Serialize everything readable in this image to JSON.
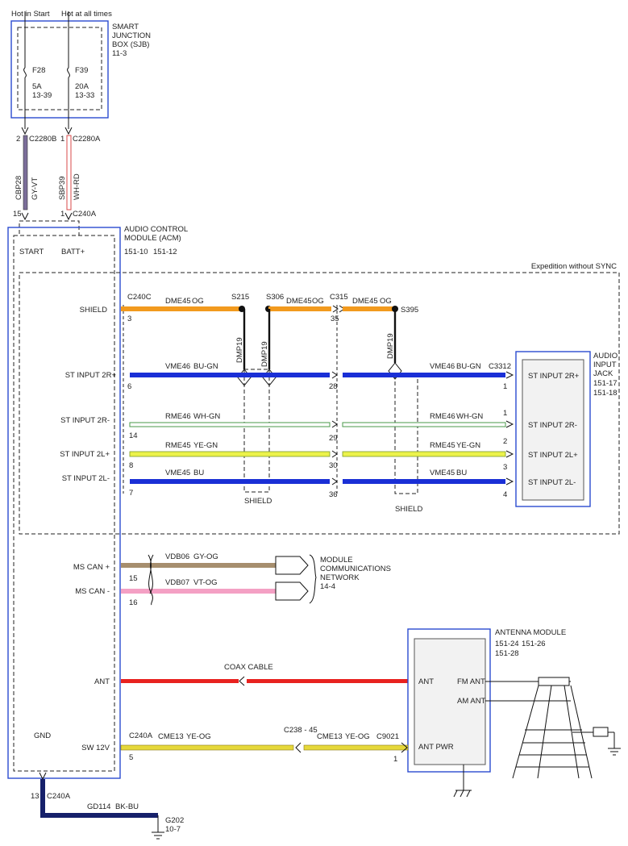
{
  "sjb": {
    "feed_start": "Hot in Start",
    "feed_always": "Hot at all times",
    "name_l1": "SMART",
    "name_l2": "JUNCTION",
    "name_l3": "BOX (SJB)",
    "ref": "11-3",
    "fuse_a": {
      "id": "F28",
      "rating": "5A",
      "ref": "13-39"
    },
    "fuse_b": {
      "id": "F39",
      "rating": "20A",
      "ref": "13-33"
    }
  },
  "conn_sjb": {
    "pin_a": "2",
    "name_a": "C2280B",
    "pin_b": "1",
    "name_b": "C2280A"
  },
  "wires_sjb": {
    "a_circuit": "CBP28",
    "a_color": "GY-VT",
    "b_circuit": "SBP39",
    "b_color": "WH-RD"
  },
  "conn_acm_top": {
    "pin_a": "15",
    "pin_b": "1",
    "name": "C240A"
  },
  "acm": {
    "name_l1": "AUDIO CONTROL",
    "name_l2": "MODULE (ACM)",
    "ref_a": "151-10",
    "ref_b": "151-12",
    "pin_start": "START",
    "pin_batt": "BATT+",
    "pin_shield": "SHIELD",
    "pin_2rp": "ST INPUT 2R+",
    "pin_2rm": "ST INPUT 2R-",
    "pin_2lp": "ST INPUT 2L+",
    "pin_2lm": "ST INPUT 2L-",
    "pin_mscanp": "MS CAN +",
    "pin_mscanm": "MS CAN -",
    "pin_ant": "ANT",
    "pin_sw12v": "SW 12V",
    "pin_gnd": "GND"
  },
  "variant": "Expedition without SYNC",
  "shield_run": {
    "conn": "C240C",
    "pin": "3",
    "w1_circuit": "DME45",
    "w1_color": "OG",
    "splice_a": "S215",
    "splice_b": "S306",
    "w2_circuit": "DME45",
    "w2_color": "OG",
    "conn2": "C315",
    "conn2_pin": "35",
    "w3_circuit": "DME45",
    "w3_color": "OG",
    "splice_c": "S395",
    "drain_a": "DMP19",
    "drain_b": "DMP19",
    "drain_c": "DMP19",
    "shield_a": "SHIELD",
    "shield_b": "SHIELD"
  },
  "signals": [
    {
      "left_pin": "6",
      "circuit_l": "VME46",
      "color_l": "BU-GN",
      "mid_pin": "28",
      "circuit_r": "VME46",
      "color_r": "BU-GN",
      "right_pin": "1",
      "jack_label": "ST INPUT 2R+"
    },
    {
      "left_pin": "14",
      "circuit_l": "RME46",
      "color_l": "WH-GN",
      "mid_pin": "29",
      "circuit_r": "RME46",
      "color_r": "WH-GN",
      "right_pin": "1",
      "jack_label": "ST INPUT 2R-"
    },
    {
      "left_pin": "8",
      "circuit_l": "RME45",
      "color_l": "YE-GN",
      "mid_pin": "30",
      "circuit_r": "RME45",
      "color_r": "YE-GN",
      "right_pin": "2",
      "jack_label": "ST INPUT 2L+"
    },
    {
      "left_pin": "7",
      "circuit_l": "VME45",
      "color_l": "BU",
      "mid_pin": "36",
      "circuit_r": "VME45",
      "color_r": "BU",
      "right_pin": "3",
      "jack_label": "ST INPUT 2L-"
    }
  ],
  "signal_extra_pin": "4",
  "jack": {
    "conn": "C3312",
    "name_l1": "AUDIO",
    "name_l2": "INPUT",
    "name_l3": "JACK",
    "ref_a": "151-17",
    "ref_b": "151-18"
  },
  "mscan": {
    "p_circuit": "VDB06",
    "p_color": "GY-OG",
    "p_pin": "15",
    "m_circuit": "VDB07",
    "m_color": "VT-OG",
    "m_pin": "16",
    "net_l1": "MODULE",
    "net_l2": "COMMUNICATIONS",
    "net_l3": "NETWORK",
    "net_ref": "14-4"
  },
  "ant": {
    "coax_label": "COAX CABLE"
  },
  "antenna_module": {
    "name": "ANTENNA MODULE",
    "ref_a": "151-24",
    "ref_b": "151-26",
    "ref_c": "151-28",
    "pin_ant": "ANT",
    "pin_fm": "FM ANT",
    "pin_am": "AM ANT",
    "pin_pwr": "ANT PWR"
  },
  "sw12v": {
    "conn_a": "C240A",
    "pin_a": "5",
    "w1_circuit": "CME13",
    "w1_color": "YE-OG",
    "inline_conn": "C238 - 45",
    "w2_circuit": "CME13",
    "w2_color": "YE-OG",
    "conn_b": "C9021",
    "pin_b": "1"
  },
  "gnd": {
    "pin": "13",
    "conn": "C240A",
    "circuit": "GD114",
    "color": "BK-BU",
    "ground_id": "G202",
    "ground_ref": "10-7"
  },
  "colors": {
    "module_border": "#2b4bd0",
    "orange": "#f29a1e",
    "blue": "#1a2fd6",
    "white_green": "#d8efd8",
    "yellow_green": "#ecf24a",
    "gray_orange": "#a68e6e",
    "violet_orange": "#f4a0c4",
    "red": "#e8221f",
    "yellow_orange": "#e6d83a",
    "black_blue": "#16206a",
    "gray_violet": "#7b6e9a",
    "white_red": "#d84a4a"
  }
}
